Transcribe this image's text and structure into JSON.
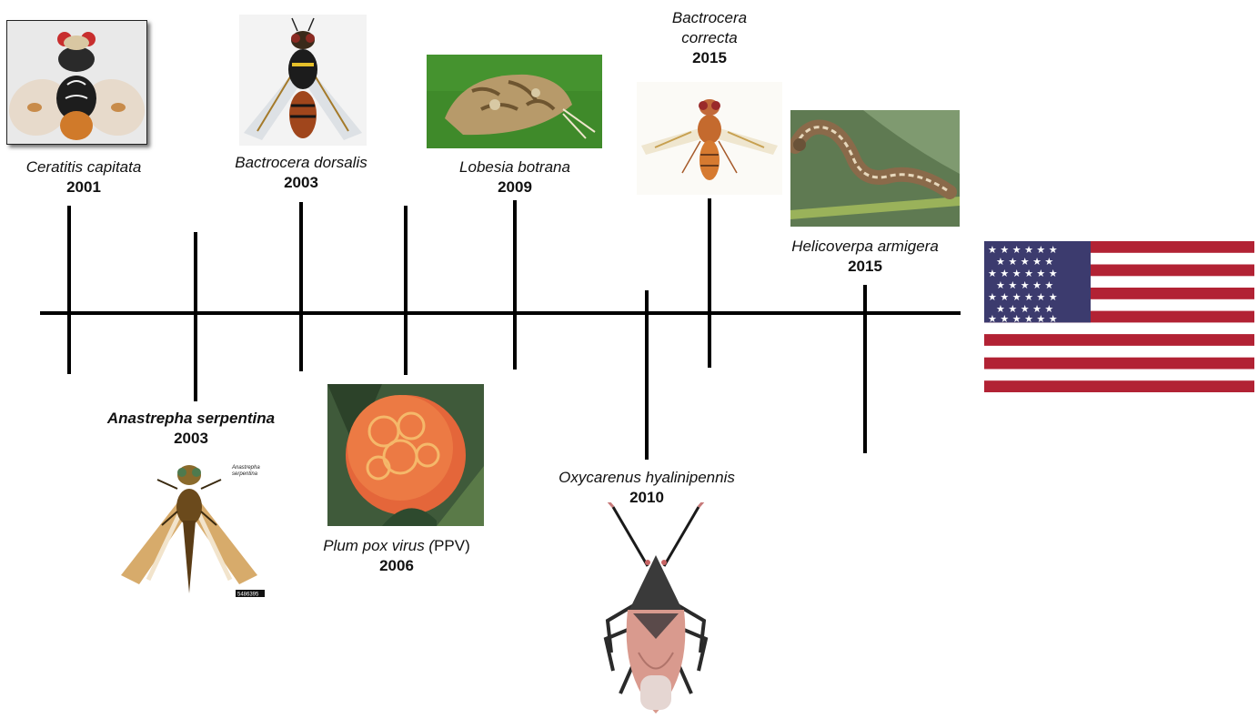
{
  "events": [
    {
      "id": "ceratitis",
      "name": "Ceratitis capitata",
      "year": "2001"
    },
    {
      "id": "anastrepha",
      "name": "Anastrepha serpentina",
      "year": "2003"
    },
    {
      "id": "bactrocera-dorsalis",
      "name": "Bactrocera dorsalis",
      "year": "2003"
    },
    {
      "id": "ppv",
      "name_italic": "Plum pox virus (",
      "name_plain": "PPV)",
      "year": "2006"
    },
    {
      "id": "lobesia",
      "name": "Lobesia botrana",
      "year": "2009"
    },
    {
      "id": "oxycarenus",
      "name": "Oxycarenus hyalinipennis",
      "year": "2010"
    },
    {
      "id": "bactrocera-correcta",
      "name_line1": "Bactrocera",
      "name_line2": "correcta",
      "year": "2015"
    },
    {
      "id": "helicoverpa",
      "name": "Helicoverpa armigera",
      "year": "2015"
    }
  ],
  "specimen_caption": {
    "line1": "Anastrepha",
    "line2": "serpentina",
    "code": "5486395"
  },
  "colors": {
    "line": "#000000",
    "flag_red": "#b22234",
    "flag_blue": "#3c3b6e",
    "flag_white": "#ffffff"
  },
  "icons": {
    "flag": "usa-flag-icon"
  }
}
